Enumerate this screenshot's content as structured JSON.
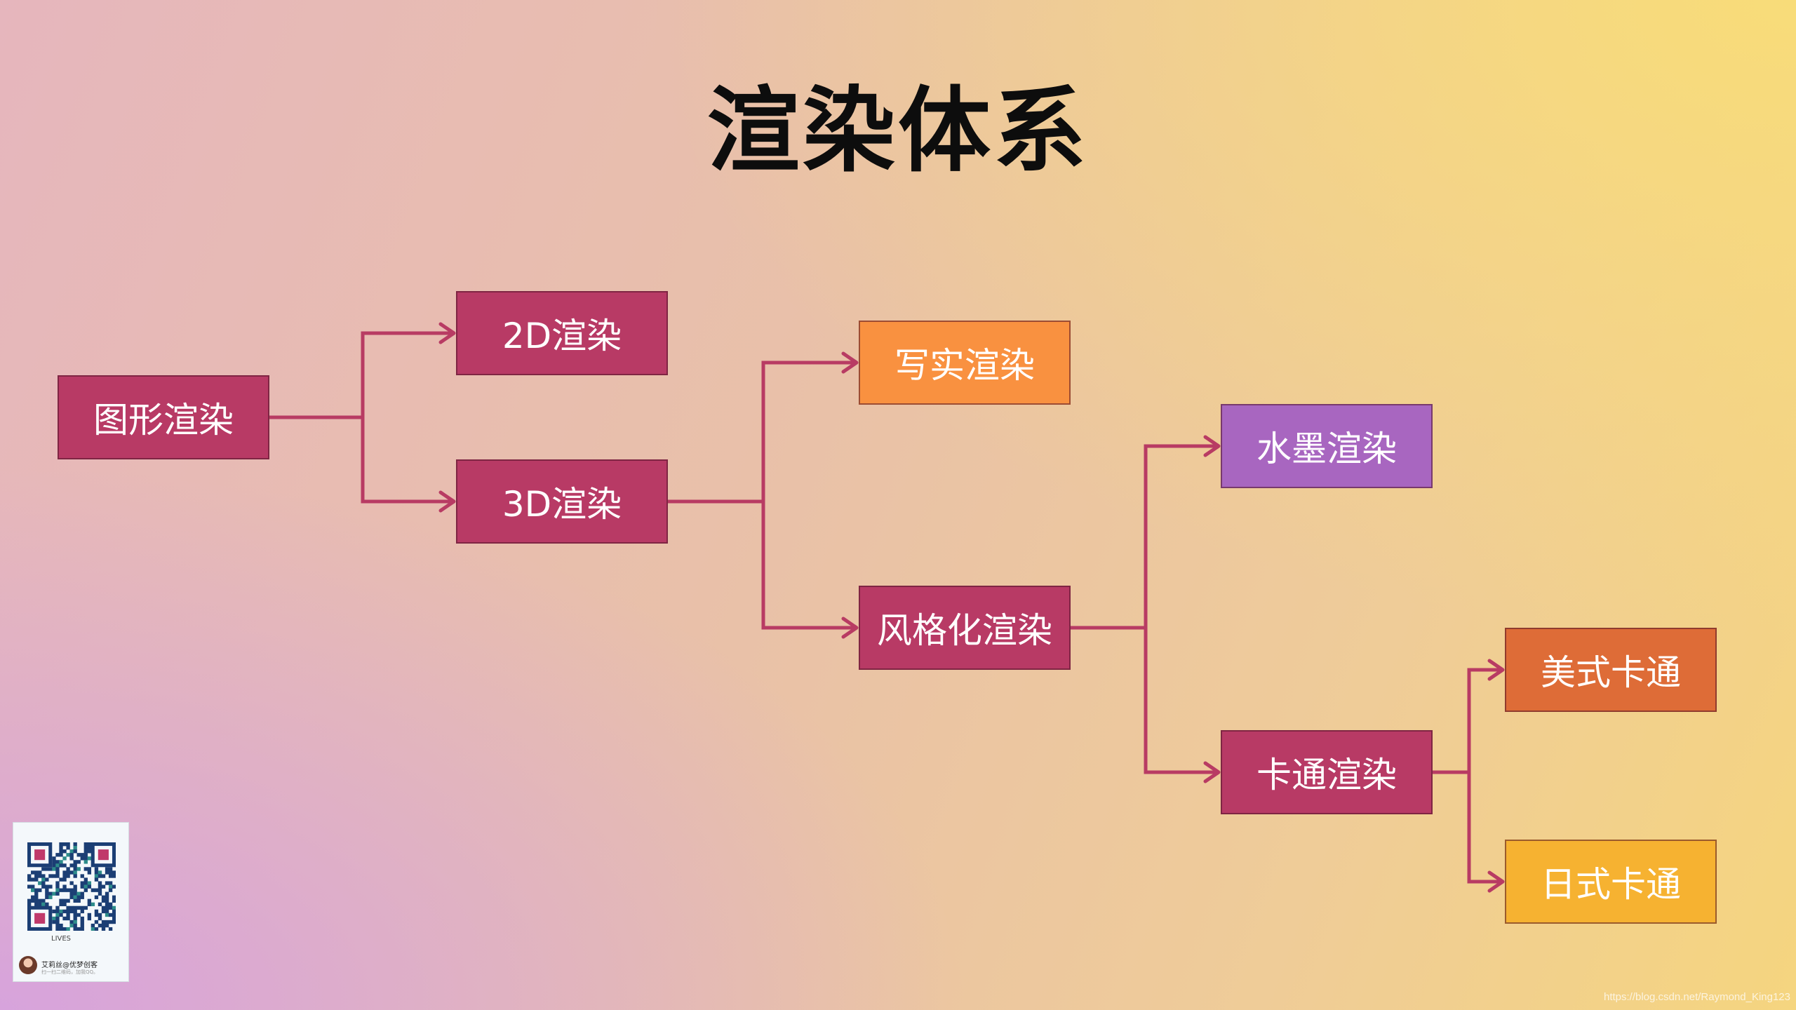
{
  "title": "渲染体系",
  "colors": {
    "edge": "#b83b63",
    "crimson": "#b83a65",
    "orange": "#f99140",
    "purple": "#a866c0",
    "dark_orange": "#de6c37",
    "amber": "#f6b231"
  },
  "nodes": [
    {
      "id": "graphics",
      "label": "图形渲染",
      "color": "#b83a65"
    },
    {
      "id": "render-2d",
      "label": "2D渲染",
      "color": "#b83a65"
    },
    {
      "id": "render-3d",
      "label": "3D渲染",
      "color": "#b83a65"
    },
    {
      "id": "realistic",
      "label": "写实渲染",
      "color": "#f99140"
    },
    {
      "id": "stylized",
      "label": "风格化渲染",
      "color": "#b83a65"
    },
    {
      "id": "ink-wash",
      "label": "水墨渲染",
      "color": "#a866c0"
    },
    {
      "id": "cartoon",
      "label": "卡通渲染",
      "color": "#b83a65"
    },
    {
      "id": "american-cartoon",
      "label": "美式卡通",
      "color": "#de6c37"
    },
    {
      "id": "japanese-cartoon",
      "label": "日式卡通",
      "color": "#f6b231"
    }
  ],
  "edges": [
    {
      "from": "graphics",
      "to": "render-2d"
    },
    {
      "from": "graphics",
      "to": "render-3d"
    },
    {
      "from": "render-3d",
      "to": "realistic"
    },
    {
      "from": "render-3d",
      "to": "stylized"
    },
    {
      "from": "stylized",
      "to": "ink-wash"
    },
    {
      "from": "stylized",
      "to": "cartoon"
    },
    {
      "from": "cartoon",
      "to": "american-cartoon"
    },
    {
      "from": "cartoon",
      "to": "japanese-cartoon"
    }
  ],
  "qr_card": {
    "lives_label": "LIVES",
    "author": "艾莉丝@优梦创客",
    "subtitle": "扫一扫二维码，加我QQ。"
  },
  "watermark": "https://blog.csdn.net/Raymond_King123"
}
